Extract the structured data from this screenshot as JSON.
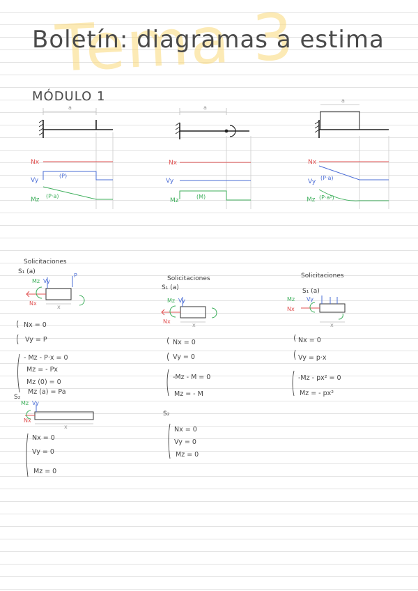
{
  "watermark": "Tema 3",
  "title": "Boletín: diagramas a estima",
  "module": "MÓDULO 1",
  "labels": {
    "a": "a",
    "x": "x"
  },
  "diagram_labels": {
    "nx": "Nx",
    "vy": "Vy",
    "mz": "Mz"
  },
  "diagrams": [
    {
      "vy_value": "(P)",
      "mz_value": "(P·a)"
    },
    {
      "mz_value": "(M)"
    },
    {
      "vy_value": "(P·a)",
      "mz_value": "(P·a²)"
    }
  ],
  "sections": [
    {
      "heading": "Solicitaciones",
      "cut": "S₁ (a)",
      "force": "P",
      "equations": [
        "Nx = 0",
        "Vy = P",
        "- Mz - P·x = 0",
        "Mz = - Px",
        "Mz (0) = 0",
        "Mz (a) = Pa"
      ],
      "cut2": "S₂",
      "equations2": [
        "Nx = 0",
        "Vy = 0",
        "Mz = 0"
      ]
    },
    {
      "heading": "Solicitaciones",
      "cut": "S₁ (a)",
      "equations": [
        "Nx = 0",
        "Vy = 0",
        "-Mz - M = 0",
        "Mz = - M"
      ],
      "cut2": "S₂",
      "equations2": [
        "Nx = 0",
        "Vy = 0",
        "Mz = 0"
      ]
    },
    {
      "heading": "Solicitaciones",
      "cut": "S₁ (a)",
      "equations": [
        "Nx = 0",
        "Vy = p·x",
        "-Mz - px² = 0",
        "Mz = - px²"
      ]
    }
  ],
  "colors": {
    "nx": "#e05050",
    "vy": "#4a6cd6",
    "mz": "#3cae5a",
    "beam": "#222222",
    "watermark": "#fbd97a"
  }
}
